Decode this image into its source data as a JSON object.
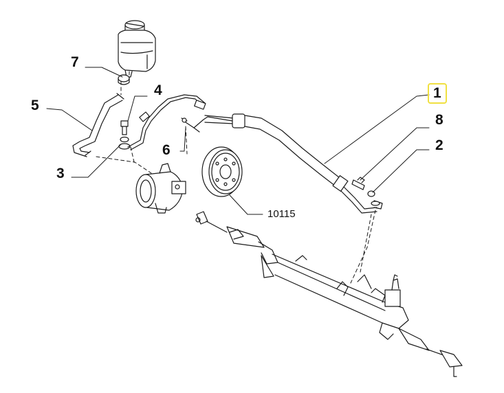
{
  "callouts": {
    "c1": "1",
    "c2": "2",
    "c3": "3",
    "c4": "4",
    "c5": "5",
    "c6": "6",
    "c7": "7",
    "c8": "8",
    "c10115": "10115"
  },
  "colors": {
    "line": "#1a1a1a",
    "highlight": "#f0e040",
    "background": "#ffffff"
  }
}
